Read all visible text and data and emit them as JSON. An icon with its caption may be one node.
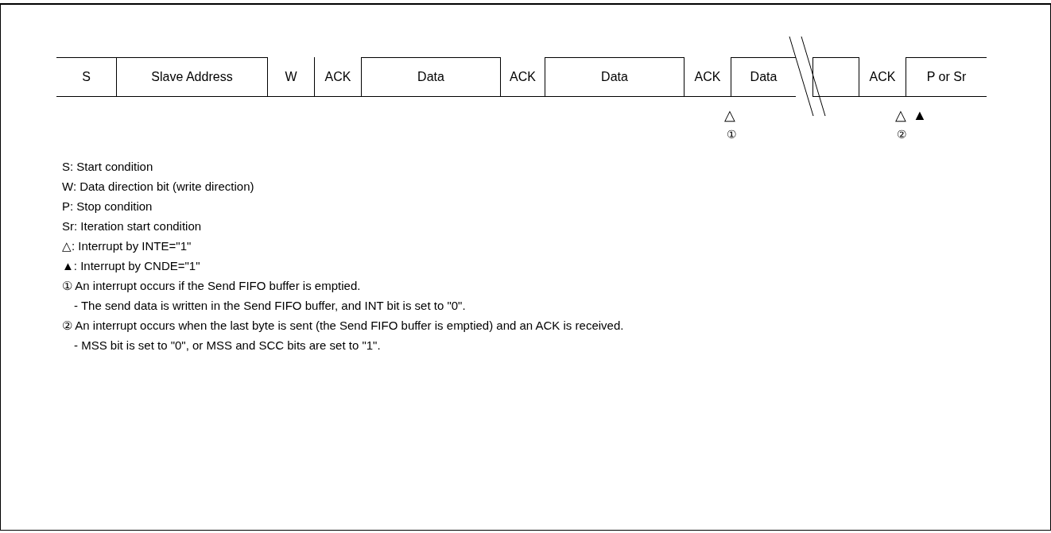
{
  "diagram": {
    "nodes": [
      {
        "text": [
          "S"
        ]
      },
      {
        "text": [
          "Slave Address"
        ]
      },
      {
        "text": [
          "W"
        ]
      },
      {
        "text": [
          "ACK"
        ]
      },
      {
        "text": [
          "Data"
        ]
      },
      {
        "text": [
          "ACK"
        ]
      },
      {
        "text": [
          "Data"
        ]
      },
      {
        "text": [
          "ACK"
        ]
      },
      {
        "text": [
          "Data"
        ]
      },
      {
        "text": [],
        "shape": "box"
      },
      {
        "text": [
          "ACK"
        ]
      },
      {
        "text": [
          "P or Sr"
        ]
      }
    ],
    "labels": [
      "△",
      "△",
      "▲",
      "①",
      "②",
      "S: Start condition",
      "W: Data direction bit (write direction)",
      "P: Stop condition",
      "Sr: Iteration start condition",
      "△: Interrupt by INTE=\"1\"",
      "▲: Interrupt by CNDE=\"1\"",
      "① An interrupt occurs if the Send FIFO buffer is emptied.",
      "- The send data is written in the Send FIFO buffer, and INT bit is set to \"0\".",
      "② An interrupt occurs when the last byte is sent (the Send FIFO buffer is emptied) and an ACK is received.",
      "- MSS bit is set to \"0\", or MSS and SCC bits are set to \"1\"."
    ]
  }
}
